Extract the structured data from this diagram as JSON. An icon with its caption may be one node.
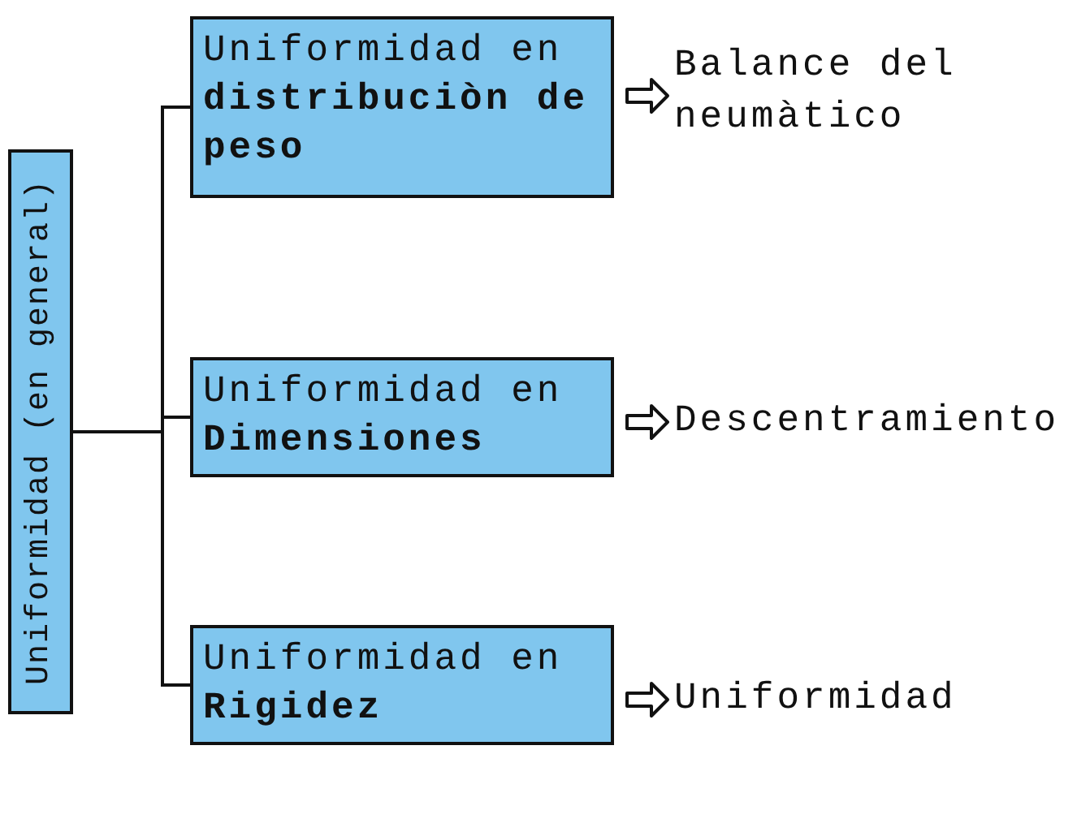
{
  "diagram": {
    "nodes": [
      {
        "text": [
          "Uniformidad (en general)"
        ]
      },
      {
        "text": [
          "Uniformidad en",
          "distribuciòn de peso"
        ]
      },
      {
        "text": [
          "Uniformidad en",
          "Dimensiones"
        ]
      },
      {
        "text": [
          "Uniformidad en",
          "Rigidez"
        ]
      },
      {
        "text": [
          "Balance del neumàtico"
        ]
      },
      {
        "text": [
          "Descentramiento"
        ]
      },
      {
        "text": [
          "Uniformidad"
        ]
      }
    ],
    "edges": [
      {
        "from": 0,
        "to": 1,
        "arrow": "none"
      },
      {
        "from": 0,
        "to": 2,
        "arrow": "none"
      },
      {
        "from": 0,
        "to": 3,
        "arrow": "none"
      },
      {
        "from": 1,
        "to": 4,
        "arrow": "to"
      },
      {
        "from": 2,
        "to": 5,
        "arrow": "to"
      },
      {
        "from": 3,
        "to": 6,
        "arrow": "to"
      }
    ]
  }
}
